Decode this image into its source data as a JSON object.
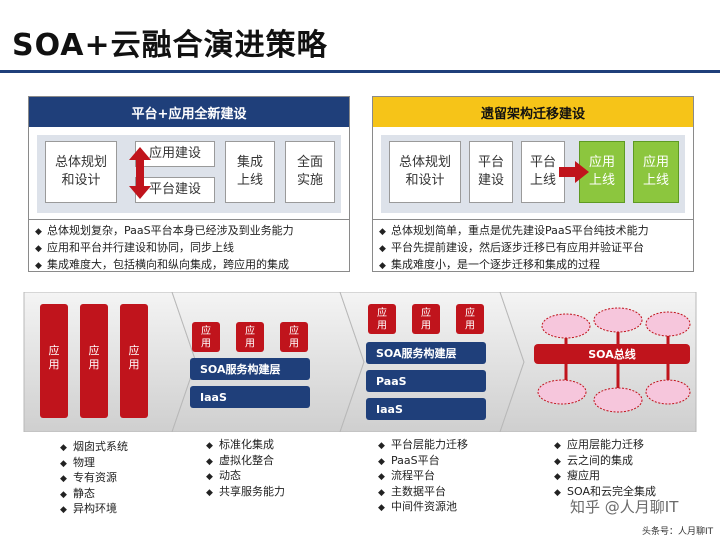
{
  "title": "SOA+云融合演进策略",
  "left_panel": {
    "header": "平台+应用全新建设",
    "boxes": [
      "总体规划\n和设计",
      "应用建设",
      "平台建设",
      "集成\n上线",
      "全面\n实施"
    ],
    "bullets": [
      "总体规划复杂，PaaS平台本身已经涉及到业务能力",
      "应用和平台并行建设和协同，同步上线",
      "集成难度大，包括横向和纵向集成，跨应用的集成"
    ]
  },
  "right_panel": {
    "header": "遗留架构迁移建设",
    "boxes": [
      "总体规划\n和设计",
      "平台\n建设",
      "平台\n上线",
      "应用\n上线",
      "应用\n上线"
    ],
    "bullets": [
      "总体规划简单，重点是优先建设PaaS平台纯技术能力",
      "平台先提前建设，然后逐步迁移已有应用并验证平台",
      "集成难度小，是一个逐步迁移和集成的过程"
    ]
  },
  "stages": {
    "stage1": {
      "apps": [
        "应\n用",
        "应\n用",
        "应\n用"
      ]
    },
    "stage2": {
      "apps": [
        "应\n用",
        "应\n用",
        "应\n用"
      ],
      "layers": [
        "SOA服务构建层",
        "IaaS"
      ]
    },
    "stage3": {
      "apps": [
        "应\n用",
        "应\n用",
        "应\n用"
      ],
      "layers": [
        "SOA服务构建层",
        "PaaS",
        "IaaS"
      ]
    },
    "stage4": {
      "bus": "SOA总线"
    }
  },
  "columns": [
    [
      "烟囱式系统",
      "物理",
      "专有资源",
      "静态",
      "异构环境"
    ],
    [
      "标准化集成",
      "虚拟化整合",
      "动态",
      "共享服务能力"
    ],
    [
      "平台层能力迁移",
      "PaaS平台",
      "流程平台",
      "主数据平台",
      "中间件资源池"
    ],
    [
      "应用层能力迁移",
      "云之间的集成",
      "瘦应用",
      "SOA和云完全集成"
    ]
  ],
  "watermark": "知乎 @人月聊IT",
  "source": "头条号：人月聊IT",
  "colors": {
    "navy": "#1f3f7a",
    "red": "#c0141c",
    "gold": "#f6c418",
    "green": "#8cc63e",
    "pink": "#f6c6dc"
  }
}
